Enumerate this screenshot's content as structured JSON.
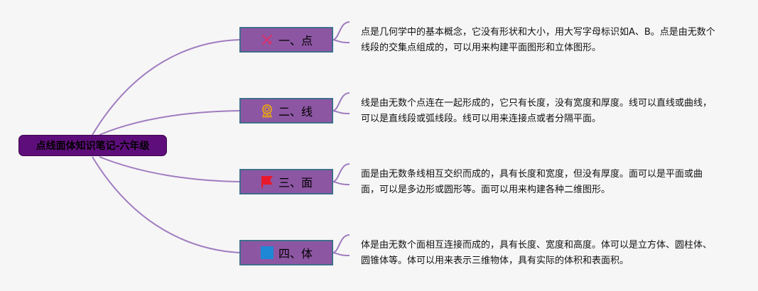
{
  "root": {
    "title": "点线面体知识笔记-六年级"
  },
  "branches": [
    {
      "label": "一、点",
      "icon": "tools-icon",
      "note": "点是几何学中的基本概念，它没有形状和大小，用大写字母标识如A、B。点是由无数个线段的交集点组成的，可以用来构建平面图形和立体图形。"
    },
    {
      "label": "二、线",
      "icon": "ribbon-award-icon",
      "note": "线是由无数个点连在一起形成的，它只有长度，没有宽度和厚度。线可以直线或曲线，可以是直线段或弧线段。线可以用来连接点或者分隔平面。"
    },
    {
      "label": "三、面",
      "icon": "red-flag-icon",
      "note": "面是由无数条线相互交织而成的，具有长度和宽度，但没有厚度。面可以是平面或曲面，可以是多边形或圆形等。面可以用来构建各种二维图形。"
    },
    {
      "label": "四、体",
      "icon": "blue-square-icon",
      "note": "体是由无数个面相互连接而成的，具有长度、宽度和高度。体可以是立方体、圆柱体、圆锥体等。体可以用来表示三维物体，具有实际的体积和表面积。"
    }
  ],
  "colors": {
    "connector": "#a07cc0",
    "root_fill": "#5e0e7a",
    "branch_fill": "#8d56a3",
    "branch_border": "#3f6f8c"
  }
}
